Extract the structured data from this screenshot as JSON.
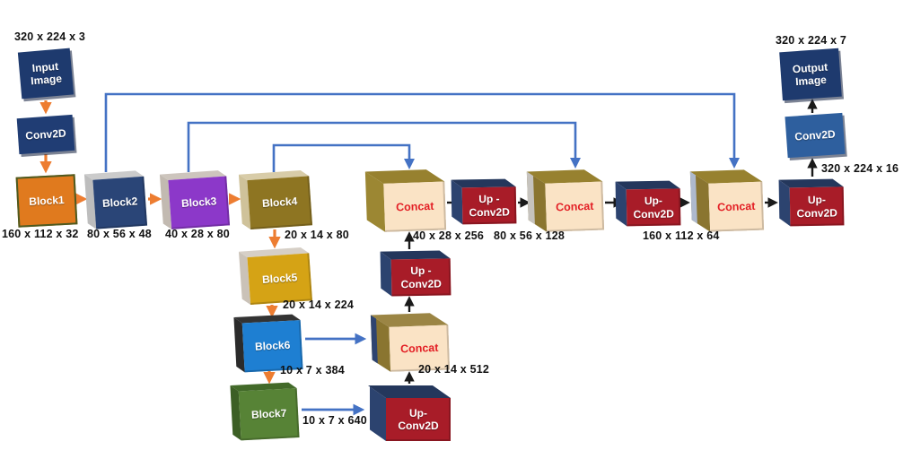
{
  "diagram_title": "U-Net style encoder-decoder CNN architecture",
  "nodes": {
    "input_image": {
      "label": "Input\nImage"
    },
    "conv2d_in": {
      "label": "Conv2D"
    },
    "block1": {
      "label": "Block1"
    },
    "block2": {
      "label": "Block2"
    },
    "block3": {
      "label": "Block3"
    },
    "block4": {
      "label": "Block4"
    },
    "block5": {
      "label": "Block5"
    },
    "block6": {
      "label": "Block6"
    },
    "block7": {
      "label": "Block7"
    },
    "up_conv_bottom": {
      "label": "Up-\nConv2D"
    },
    "concat_bottom": {
      "label": "Concat"
    },
    "up_conv_mid": {
      "label": "Up -\nConv2D"
    },
    "concat1": {
      "label": "Concat"
    },
    "up_conv1": {
      "label": "Up -\nConv2D"
    },
    "concat2": {
      "label": "Concat"
    },
    "up_conv2": {
      "label": "Up-\nConv2D"
    },
    "concat3": {
      "label": "Concat"
    },
    "up_conv3": {
      "label": "Up-\nConv2D"
    },
    "conv2d_out": {
      "label": "Conv2D"
    },
    "output_image": {
      "label": "Output\nImage"
    }
  },
  "dimension_labels": {
    "input": "320 x 224 x 3",
    "block1_out": "160 x 112 x 32",
    "block2_out": "80 x 56 x 48",
    "block3_out": "40 x 28 x 80",
    "block4_out": "20 x 14 x 80",
    "block5_out": "20 x 14 x 224",
    "block6_out": "10 x 7 x 384",
    "block7_out": "10 x 7 x 640",
    "up_conv_bottom_out": "20 x 14 x 512",
    "up_conv_mid_out": "40 x 28 x 256",
    "up_conv1_out": "80 x 56 x 128",
    "up_conv2_out": "160 x 112 x 64",
    "up_conv3_out": "320 x 224 x 16",
    "output": "320 x 224 x 7"
  },
  "colors": {
    "navy": "#1e3a6e",
    "conv_blue": "#2e5f9e",
    "block1_orange": "#e07a1e",
    "block3_purple": "#8c38c9",
    "block4_dark_gold": "#8e7522",
    "block5_gold": "#d5a315",
    "block6_blue": "#1e7fd2",
    "block7_green": "#578336",
    "up_conv_red": "#a81c28",
    "concat_cream": "#fae3c5",
    "concat_olive": "#8a7530",
    "concat_text_red": "#e31e24",
    "arrow_orange": "#ed7d31",
    "arrow_blue": "#4472c4",
    "arrow_black": "#1a1a1a"
  }
}
